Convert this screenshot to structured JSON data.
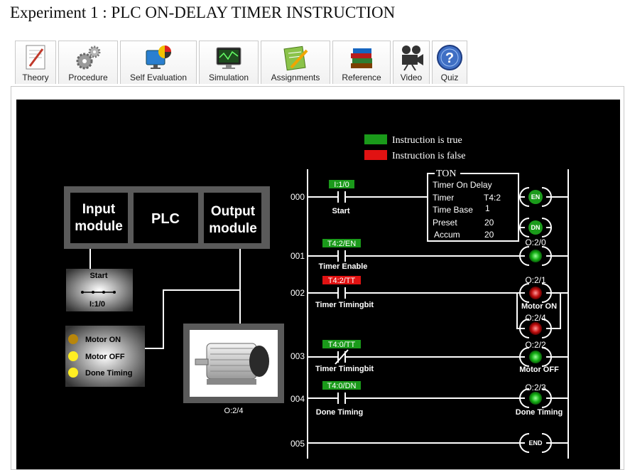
{
  "page_title": "Experiment 1 : PLC ON-DELAY TIMER INSTRUCTION",
  "tabs": [
    {
      "label": "Theory",
      "icon": "theory-icon"
    },
    {
      "label": "Procedure",
      "icon": "gears-icon"
    },
    {
      "label": "Self Evaluation",
      "icon": "monitor-chart-icon"
    },
    {
      "label": "Simulation",
      "icon": "simulation-monitor-icon"
    },
    {
      "label": "Assignments",
      "icon": "assignment-pen-icon"
    },
    {
      "label": "Reference",
      "icon": "books-icon"
    },
    {
      "label": "Video",
      "icon": "video-camera-icon"
    },
    {
      "label": "Quiz",
      "icon": "question-icon"
    }
  ],
  "legend": {
    "true_label": "Instruction is true",
    "false_label": "Instruction is false",
    "true_color": "#1a9a1a",
    "false_color": "#e11212"
  },
  "plc_block": {
    "input_module_line1": "Input",
    "input_module_line2": "module",
    "plc": "PLC",
    "output_module_line1": "Output",
    "output_module_line2": "module"
  },
  "start_switch": {
    "label": "Start",
    "address": "I:1/0"
  },
  "indicators": [
    {
      "label": "Motor ON",
      "color": "#b8860b"
    },
    {
      "label": "Motor OFF",
      "color": "#ffee22"
    },
    {
      "label": "Done Timing",
      "color": "#ffee22"
    }
  ],
  "motor_address": "O:2/4",
  "rungs": [
    {
      "number": "000",
      "contact_tag": "I:1/0",
      "contact_caption": "Start",
      "tag_color": "#1a9a1a"
    },
    {
      "number": "001",
      "contact_tag": "T4:2/EN",
      "contact_caption": "Timer Enable",
      "tag_color": "#1a9a1a"
    },
    {
      "number": "002",
      "contact_tag": "T4:2/TT",
      "contact_caption": "Timer Timingbit",
      "tag_color": "#e11212"
    },
    {
      "number": "003",
      "contact_tag": "T4:0/TT",
      "contact_caption": "Timer Timingbit",
      "tag_color": "#1a9a1a"
    },
    {
      "number": "004",
      "contact_tag": "T4:0/DN",
      "contact_caption": "Done Timing",
      "tag_color": "#1a9a1a"
    },
    {
      "number": "005"
    }
  ],
  "ton_block": {
    "title": "TON",
    "subtitle": "Timer On Delay",
    "timer_label": "Timer",
    "timer_value": "T4:2",
    "timebase_label": "Time Base",
    "timebase_value": "1",
    "preset_label": "Preset",
    "preset_value": "20",
    "accum_label": "Accum",
    "accum_value": "20"
  },
  "coils": {
    "en": "EN",
    "dn": "DN",
    "end": "END",
    "o20_address": "O:2/0",
    "o21_address": "O:2/1",
    "o21_caption": "Motor ON",
    "o24_address": "O:2/4",
    "o22_address": "O:2/2",
    "o22_caption": "Motor OFF",
    "o23_address": "O:2/3",
    "o23_caption": "Done Timing"
  }
}
